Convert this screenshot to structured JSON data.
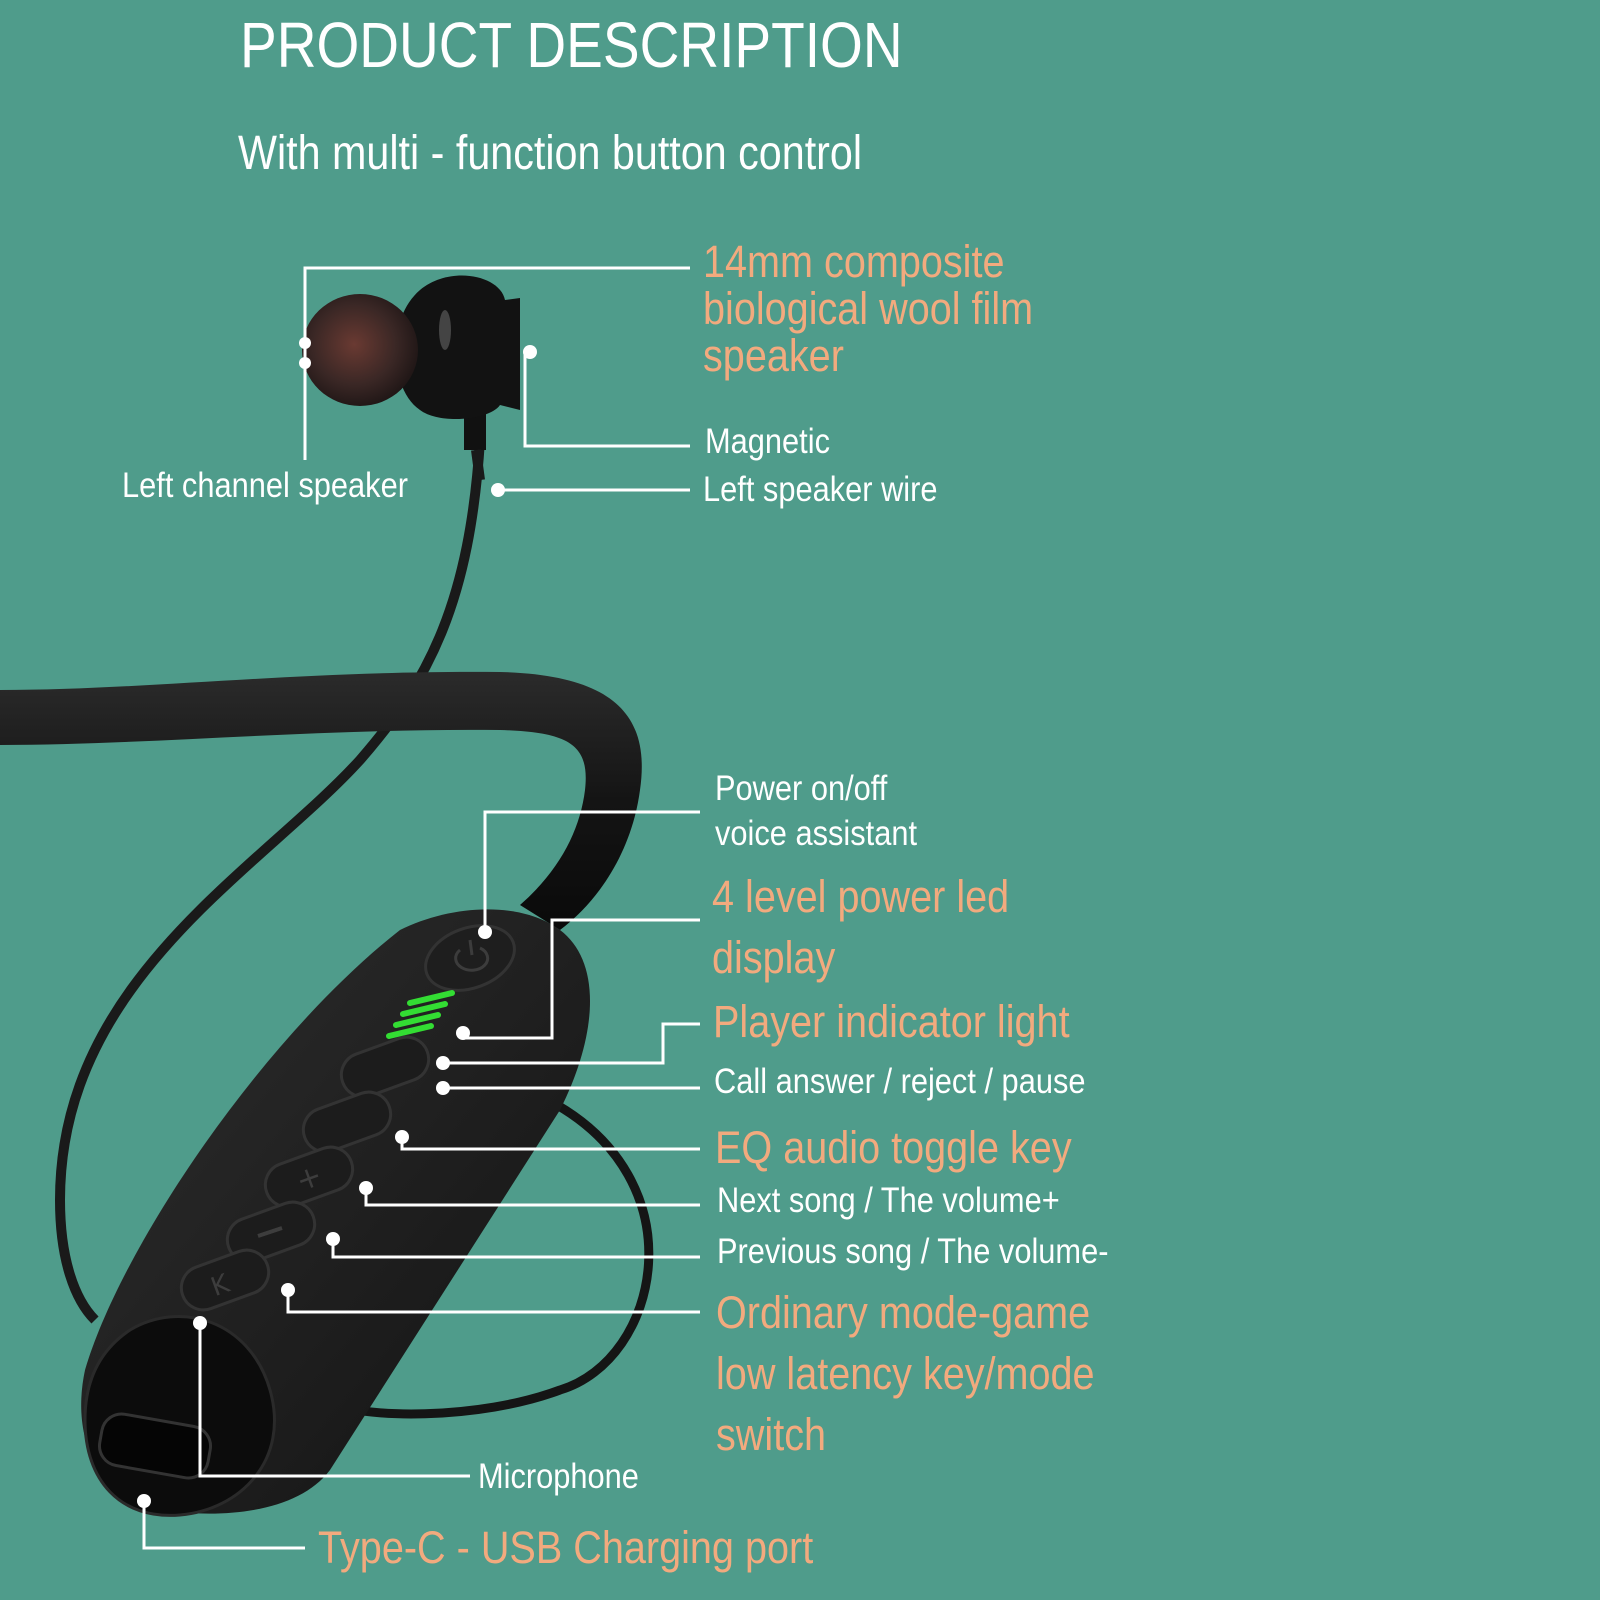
{
  "header": {
    "title": "PRODUCT DESCRIPTION",
    "subtitle": "With multi - function button control"
  },
  "colors": {
    "background": "#4f9c8b",
    "highlight_text": "#f2aa7e",
    "label_text": "#ffffff",
    "leader_line": "#ffffff",
    "led_green": "#33dd33",
    "led_blue": "#2277ee"
  },
  "callouts": {
    "speaker": {
      "lines": [
        "14mm composite",
        "biological wool film",
        "speaker"
      ]
    },
    "magnetic": "Magnetic",
    "left_channel": "Left channel speaker",
    "left_wire": "Left speaker wire",
    "power": {
      "lines": [
        "Power on/off",
        "voice assistant"
      ]
    },
    "led": {
      "lines": [
        "4 level power led",
        "display"
      ]
    },
    "player_light": "Player indicator light",
    "call": "Call answer / reject / pause",
    "eq": "EQ audio toggle key",
    "next": "Next song / The volume+",
    "previous": "Previous song / The volume-",
    "mode": {
      "lines": [
        "Ordinary mode-game",
        "low latency key/mode",
        "switch"
      ]
    },
    "microphone": "Microphone",
    "usb": "Type-C - USB Charging port"
  },
  "device": {
    "led_levels": 4,
    "buttons": [
      "power-button",
      "play-pause-button",
      "eq-button",
      "volume-up-button",
      "volume-down-button",
      "mode-button"
    ]
  }
}
